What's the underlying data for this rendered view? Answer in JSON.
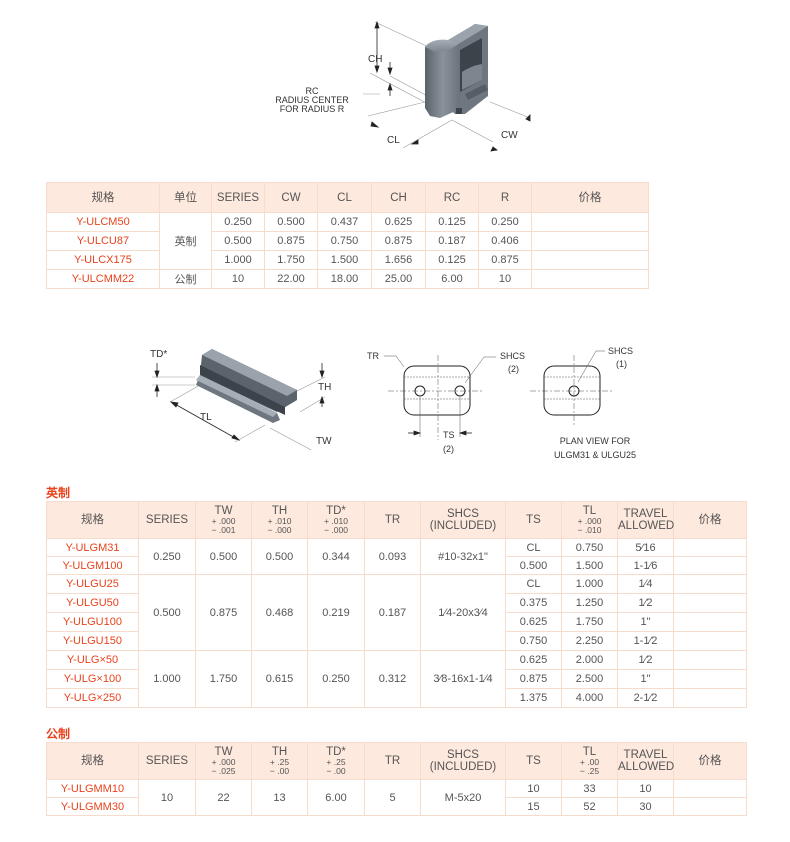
{
  "figure1": {
    "labels": {
      "ch": "CH",
      "rc_line1": "RC",
      "rc_line2": "RADIUS CENTER",
      "rc_line3": "FOR RADIUS R",
      "cl": "CL",
      "cw": "CW"
    }
  },
  "table1": {
    "headers": [
      "规格",
      "单位",
      "SERIES",
      "CW",
      "CL",
      "CH",
      "RC",
      "R",
      "价格"
    ],
    "unit_imperial": "英制",
    "unit_metric": "公制",
    "rows": [
      {
        "model": "Y-ULCM50",
        "series": "0.250",
        "cw": "0.500",
        "cl": "0.437",
        "ch": "0.625",
        "rc": "0.125",
        "r": "0.250",
        "price": ""
      },
      {
        "model": "Y-ULCU87",
        "series": "0.500",
        "cw": "0.875",
        "cl": "0.750",
        "ch": "0.875",
        "rc": "0.187",
        "r": "0.406",
        "price": ""
      },
      {
        "model": "Y-ULCX175",
        "series": "1.000",
        "cw": "1.750",
        "cl": "1.500",
        "ch": "1.656",
        "rc": "0.125",
        "r": "0.875",
        "price": ""
      },
      {
        "model": "Y-ULCMM22",
        "series": "10",
        "cw": "22.00",
        "cl": "18.00",
        "ch": "25.00",
        "rc": "6.00",
        "r": "10",
        "price": ""
      }
    ]
  },
  "figure2": {
    "labels": {
      "td": "TD*",
      "th": "TH",
      "tl": "TL",
      "tw": "TW",
      "tr": "TR",
      "shcs": "SHCS",
      "shcs2": "(2)",
      "ts": "TS",
      "ts2": "(2)",
      "shcs_single": "SHCS",
      "shcs1": "(1)",
      "plan_line1": "PLAN VIEW FOR",
      "plan_line2": "ULGM31 & ULGU25"
    }
  },
  "imperial": {
    "section_title": "英制",
    "headers": {
      "model": "规格",
      "series": "SERIES",
      "tw": {
        "name": "TW",
        "plus": "+ .000",
        "minus": "− .001"
      },
      "th": {
        "name": "TH",
        "plus": "+ .010",
        "minus": "− .000"
      },
      "td": {
        "name": "TD*",
        "plus": "+ .010",
        "minus": "− .000"
      },
      "tr": "TR",
      "shcs_1": "SHCS",
      "shcs_2": "(INCLUDED)",
      "ts": "TS",
      "tl": {
        "name": "TL",
        "plus": "+ .000",
        "minus": "− .010"
      },
      "travel_1": "TRAVEL",
      "travel_2": "ALLOWED",
      "price": "价格"
    },
    "groups": [
      {
        "series": "0.250",
        "tw": "0.500",
        "th": "0.500",
        "td": "0.344",
        "tr": "0.093",
        "shcs": "#10-32x1\"",
        "rows": [
          {
            "model": "Y-ULGM31",
            "ts": "CL",
            "tl": "0.750",
            "travel": "5⁄16",
            "price": ""
          },
          {
            "model": "Y-ULGM100",
            "ts": "0.500",
            "tl": "1.500",
            "travel": "1-1⁄6",
            "price": ""
          }
        ]
      },
      {
        "series": "0.500",
        "tw": "0.875",
        "th": "0.468",
        "td": "0.219",
        "tr": "0.187",
        "shcs": "1⁄4-20x3⁄4",
        "rows": [
          {
            "model": "Y-ULGU25",
            "ts": "CL",
            "tl": "1.000",
            "travel": "1⁄4",
            "price": ""
          },
          {
            "model": "Y-ULGU50",
            "ts": "0.375",
            "tl": "1.250",
            "travel": "1⁄2",
            "price": ""
          },
          {
            "model": "Y-ULGU100",
            "ts": "0.625",
            "tl": "1.750",
            "travel": "1\"",
            "price": ""
          },
          {
            "model": "Y-ULGU150",
            "ts": "0.750",
            "tl": "2.250",
            "travel": "1-1⁄2",
            "price": ""
          }
        ]
      },
      {
        "series": "1.000",
        "tw": "1.750",
        "th": "0.615",
        "td": "0.250",
        "tr": "0.312",
        "shcs": "3⁄8-16x1-1⁄4",
        "rows": [
          {
            "model": "Y-ULG×50",
            "ts": "0.625",
            "tl": "2.000",
            "travel": "1⁄2",
            "price": ""
          },
          {
            "model": "Y-ULG×100",
            "ts": "0.875",
            "tl": "2.500",
            "travel": "1\"",
            "price": ""
          },
          {
            "model": "Y-ULG×250",
            "ts": "1.375",
            "tl": "4.000",
            "travel": "2-1⁄2",
            "price": ""
          }
        ]
      }
    ]
  },
  "metric": {
    "section_title": "公制",
    "headers": {
      "model": "规格",
      "series": "SERIES",
      "tw": {
        "name": "TW",
        "plus": "+ .000",
        "minus": "− .025"
      },
      "th": {
        "name": "TH",
        "plus": "+ .25",
        "minus": "− .00"
      },
      "td": {
        "name": "TD*",
        "plus": "+ .25",
        "minus": "− .00"
      },
      "tr": "TR",
      "shcs_1": "SHCS",
      "shcs_2": "(INCLUDED)",
      "ts": "TS",
      "tl": {
        "name": "TL",
        "plus": "+ .00",
        "minus": "− .25"
      },
      "travel_1": "TRAVEL",
      "travel_2": "ALLOWED",
      "price": "价格"
    },
    "groups": [
      {
        "series": "10",
        "tw": "22",
        "th": "13",
        "td": "6.00",
        "tr": "5",
        "shcs": "M-5x20",
        "rows": [
          {
            "model": "Y-ULGMM10",
            "ts": "10",
            "tl": "33",
            "travel": "10",
            "price": ""
          },
          {
            "model": "Y-ULGMM30",
            "ts": "15",
            "tl": "52",
            "travel": "30",
            "price": ""
          }
        ]
      }
    ]
  },
  "colors": {
    "accent": "#e8431d",
    "header_bg": "#fde9dd",
    "border": "#f5dccd"
  }
}
